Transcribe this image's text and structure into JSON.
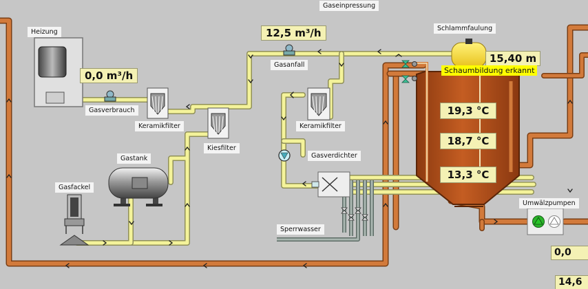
{
  "process": {
    "title": "Gaseinpressung"
  },
  "labels": {
    "heizung": "Heizung",
    "gasverbrauch": "Gasverbrauch",
    "keramikfilter_1": "Keramikfilter",
    "kiesfilter": "Kiesfilter",
    "gasanfall": "Gasanfall",
    "keramikfilter_2": "Keramikfilter",
    "gasverdichter": "Gasverdichter",
    "gastank": "Gastank",
    "gasfackel": "Gasfackel",
    "sperrwasser": "Sperrwasser",
    "schlammfaulung": "Schlammfaulung",
    "umwaelzpumpen": "Umwälzpumpen"
  },
  "values": {
    "gasanfall_flow": "12,5 m³/h",
    "gasverbrauch_flow": "0,0 m³/h",
    "digester_level": "15,40 m",
    "temp_top": "19,3 °C",
    "temp_mid": "18,7 °C",
    "temp_bottom": "13,3 °C",
    "edge_value_1": "0,0",
    "edge_value_2": "14,6"
  },
  "alarm": {
    "schaumbildung": "Schaumbildung erkannt"
  },
  "pumps": [
    {
      "name": "pump-1",
      "state": "running",
      "color": "#2ab52a"
    },
    {
      "name": "pump-2",
      "state": "stopped",
      "color": "#ffffff"
    }
  ],
  "colors": {
    "sludge_pipe": "#cf7637",
    "gas_pipe": "#f4f39a",
    "water_pipe": "#7c8d86",
    "digester": "#b24d17",
    "gas_dome": "#ffdc3a",
    "value_box": "#f4f1b4",
    "alarm": "#ffff00"
  }
}
